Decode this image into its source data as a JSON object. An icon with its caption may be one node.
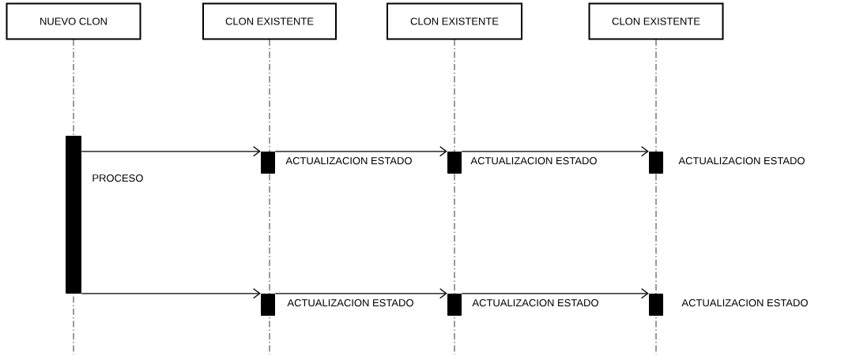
{
  "diagram": {
    "nodes": [
      {
        "text": [
          "NUEVO CLON"
        ]
      },
      {
        "text": [
          "CLON EXISTENTE"
        ]
      },
      {
        "text": [
          "CLON EXISTENTE"
        ]
      },
      {
        "text": [
          "CLON EXISTENTE"
        ]
      },
      {
        "text": [],
        "shape": "bar",
        "beside": [
          "PROCESO"
        ]
      },
      {
        "text": [],
        "shape": "bar",
        "beside": [
          "ACTUALIZACION ESTADO"
        ]
      },
      {
        "text": [],
        "shape": "bar",
        "beside": [
          "ACTUALIZACION ESTADO"
        ]
      },
      {
        "text": [],
        "shape": "bar",
        "beside": [
          "ACTUALIZACION ESTADO"
        ]
      },
      {
        "text": [],
        "shape": "bar",
        "beside": [
          "ACTUALIZACION ESTADO"
        ]
      },
      {
        "text": [],
        "shape": "bar",
        "beside": [
          "ACTUALIZACION ESTADO"
        ]
      },
      {
        "text": [],
        "shape": "bar",
        "beside": [
          "ACTUALIZACION ESTADO"
        ]
      }
    ],
    "edges": [
      {
        "from": 4,
        "to": 5,
        "arrow": "to"
      },
      {
        "from": 5,
        "to": 6,
        "arrow": "to"
      },
      {
        "from": 6,
        "to": 7,
        "arrow": "to"
      },
      {
        "from": 4,
        "to": 8,
        "arrow": "to"
      },
      {
        "from": 8,
        "to": 9,
        "arrow": "to"
      },
      {
        "from": 9,
        "to": 10,
        "arrow": "to"
      }
    ]
  }
}
